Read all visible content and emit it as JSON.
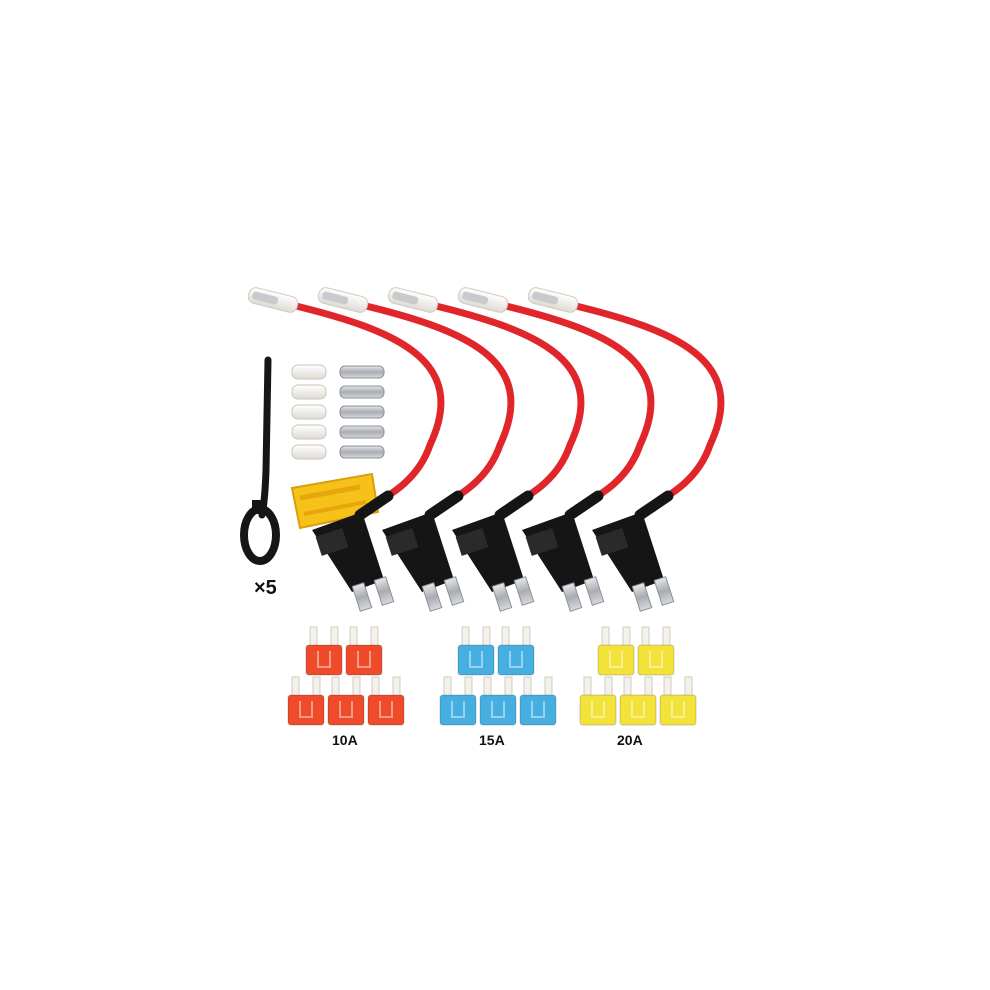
{
  "labels": {
    "quantity": "×5",
    "fuse_10a": "10A",
    "fuse_15a": "15A",
    "fuse_20a": "20A"
  },
  "colors": {
    "background": "#ffffff",
    "wire": "#e0262b",
    "holder": "#151515",
    "puller": "#f6c21a",
    "fuse_red": "#ef4a2a",
    "fuse_blue": "#46aee0",
    "fuse_yellow": "#f2e23a",
    "connector": "#f2f2ee",
    "metal": "#b9bcc0"
  }
}
